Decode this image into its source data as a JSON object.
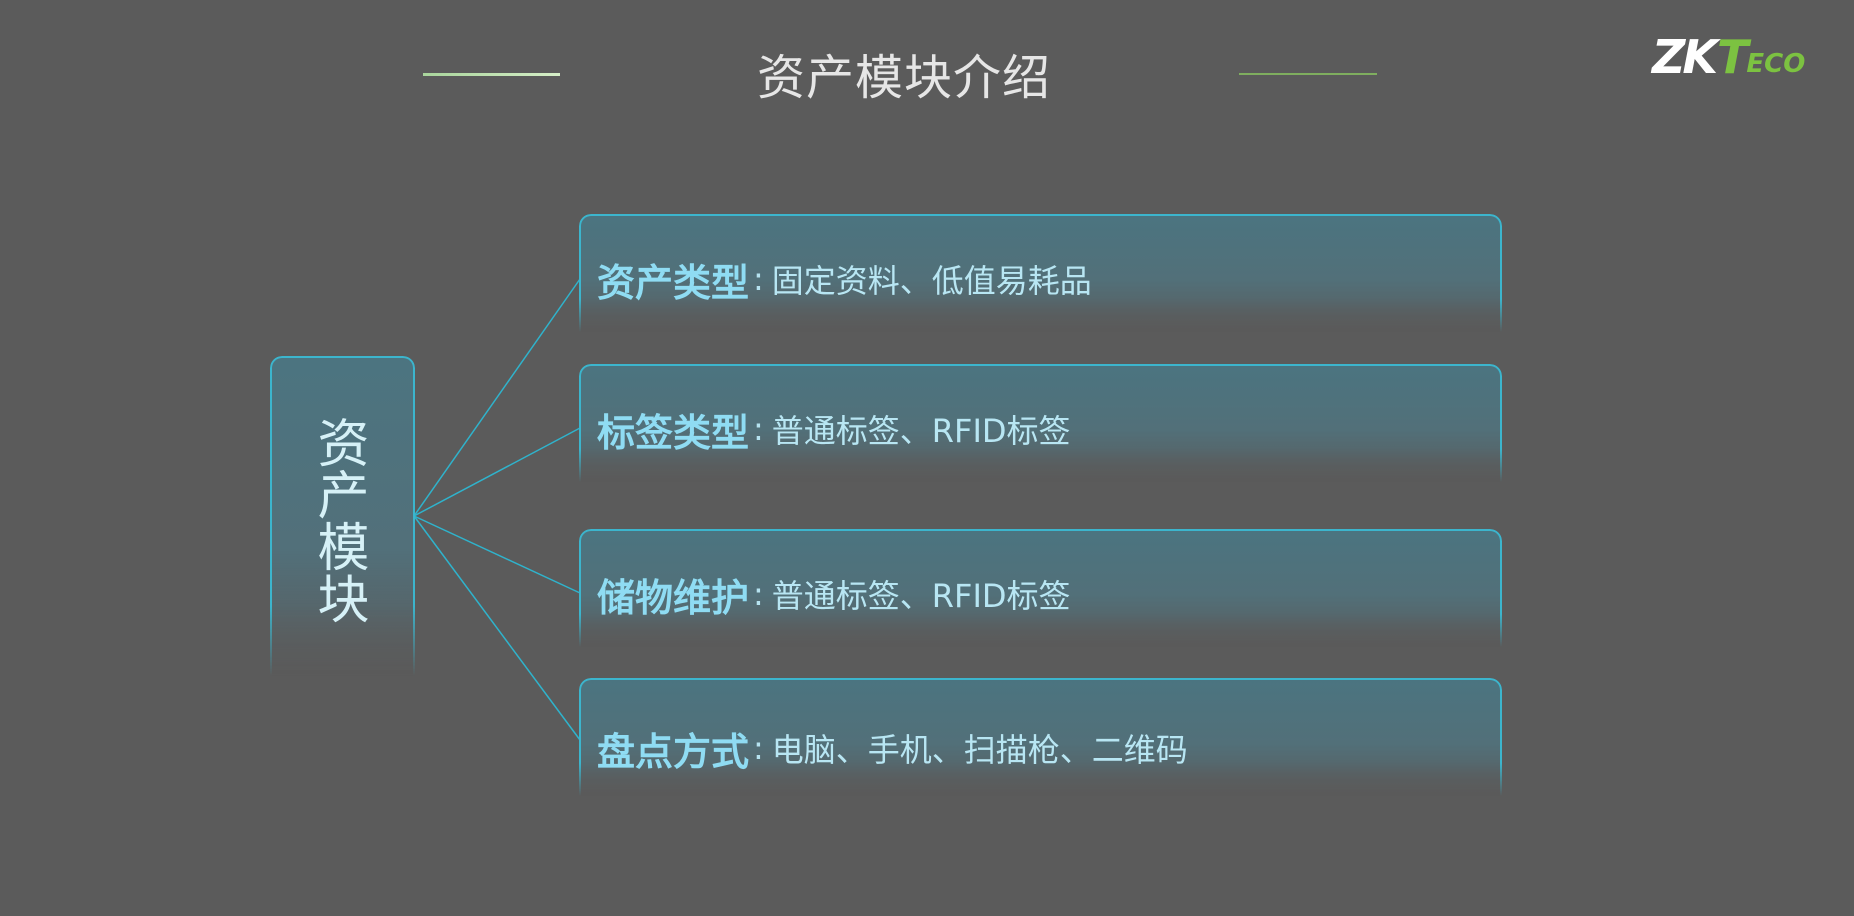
{
  "title": "资产模块介绍",
  "logo": {
    "main": "ZK",
    "accent": "T",
    "suffix": "ECO"
  },
  "hub": {
    "label": "资产模块"
  },
  "items": [
    {
      "label": "资产类型",
      "separator": ":",
      "description": "固定资料、低值易耗品"
    },
    {
      "label": "标签类型",
      "separator": ":",
      "description": "普通标签、RFID标签"
    },
    {
      "label": "储物维护",
      "separator": ":",
      "description": "普通标签、RFID标签"
    },
    {
      "label": "盘点方式",
      "separator": ":",
      "description": "电脑、手机、扫描枪、二维码"
    }
  ],
  "colors": {
    "background": "#5b5b5b",
    "border": "#3cb5cd",
    "label": "#8fdcf3",
    "description": "#b8e6f3",
    "logo_accent": "#7cc241"
  }
}
